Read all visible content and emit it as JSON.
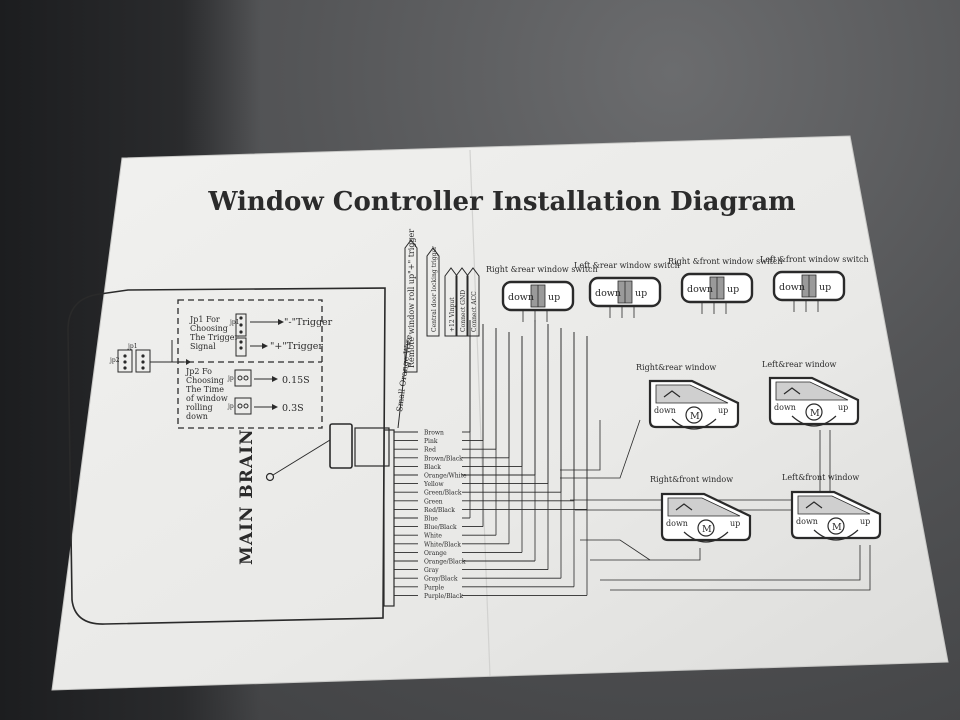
{
  "title": "Window Controller Installation Diagram",
  "main_brain": "MAIN BRAIN",
  "jumpers": {
    "jp1": "Jp1 For Choosing The Trigger Signal",
    "jp1_lines": [
      "Jp1 For",
      "Choosing",
      "The Trigger",
      "Signal"
    ],
    "jp1_neg": "\"-\"Trigger",
    "jp1_pos": "\"+\"Trigger",
    "jp2_lines": [
      "Jp2 Fo",
      "Choosing",
      "The Time",
      "of window",
      "rolling",
      "down"
    ],
    "jp2_a": "0.15S",
    "jp2_b": "0.3S",
    "jp1_tag": "jp1",
    "jp2_tag": "jp2",
    "jp_tag": "jp"
  },
  "small_orange_wire": "Small Orange Wire",
  "trigger_inputs": [
    "Remote window roll up\"+\" trigger",
    "Central door locking trigger",
    "+12 Vinput",
    "Connect GND",
    "Connect ACC"
  ],
  "wires": [
    "Brown",
    "Pink",
    "Red",
    "Brown/Black",
    "Black",
    "Orange/White",
    "Yellow",
    "Green/Black",
    "Green",
    "Red/Black",
    "Blue",
    "Blue/Black",
    "White",
    "White/Black",
    "Orange",
    "Orange/Black",
    "Gray",
    "Gray/Black",
    "Purple",
    "Purple/Black"
  ],
  "switches": [
    {
      "label": "Right &rear window switch",
      "down": "down",
      "up": "up"
    },
    {
      "label": "Left &rear window switch",
      "down": "down",
      "up": "up"
    },
    {
      "label": "Right &front window switch",
      "down": "down",
      "up": "up"
    },
    {
      "label": "Left &front window switch",
      "down": "down",
      "up": "up"
    }
  ],
  "motors": [
    {
      "label": "Right&rear window",
      "down": "down",
      "up": "up",
      "m": "M"
    },
    {
      "label": "Left&rear window",
      "down": "down",
      "up": "up",
      "m": "M"
    },
    {
      "label": "Right&front window",
      "down": "down",
      "up": "up",
      "m": "M"
    },
    {
      "label": "Left&front window",
      "down": "down",
      "up": "up",
      "m": "M"
    }
  ],
  "colors": {
    "paper": "#ececea",
    "ink": "#2a2a2a",
    "seat": "#545557"
  }
}
